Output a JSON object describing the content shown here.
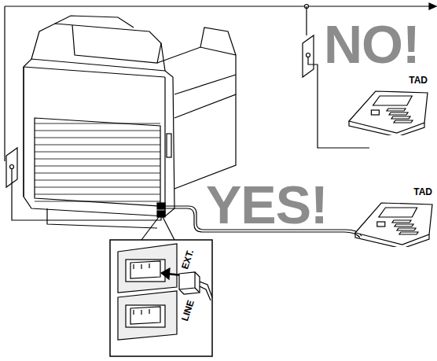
{
  "diagram": {
    "nodes": [
      {
        "text": [
          "TAD"
        ]
      },
      {
        "text": [
          "TAD"
        ]
      }
    ],
    "labels": [
      "NO!",
      "YES!",
      "EXT.",
      "LINE"
    ]
  }
}
